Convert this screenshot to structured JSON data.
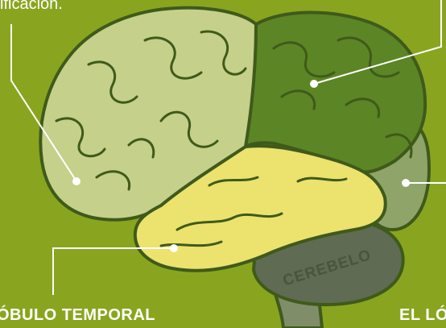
{
  "caption_top": "ificación.",
  "labels": {
    "temporal": "ÓBULO TEMPORAL",
    "right_partial": "EL LÓ",
    "cerebelo": "CEREBELO"
  },
  "colors": {
    "background": "#89a51f",
    "frontal_lobe": "#c5d08a",
    "parietal_lobe": "#5c8526",
    "occipital_lobe": "#8fa468",
    "temporal_lobe": "#ece26e",
    "cerebellum": "#5f6b52",
    "brainstem": "#7f8d68",
    "outline": "#3f5a1a",
    "leader_lines": "#ffffff"
  }
}
